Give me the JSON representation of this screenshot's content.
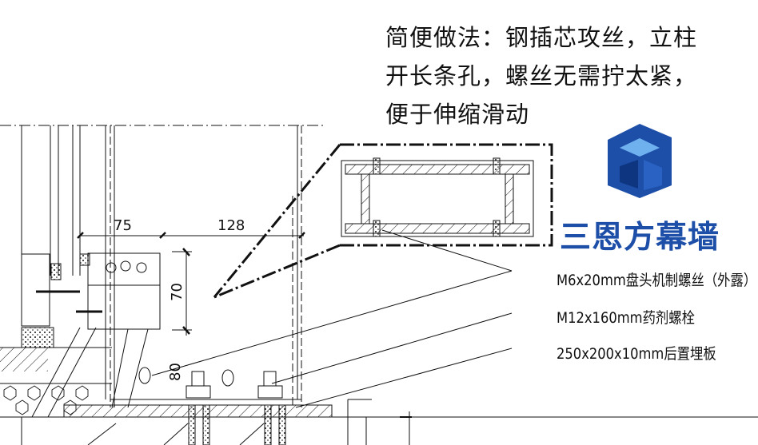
{
  "note": {
    "lines": [
      "简便做法：钢插芯攻丝，立柱",
      "开长条孔，螺丝无需拧太紧，",
      "便于伸缩滑动"
    ]
  },
  "dimensions": {
    "d75": "75",
    "d128": "128",
    "d70": "70",
    "d80": "80"
  },
  "labels": [
    "M6x20mm盘头机制螺丝（外露）",
    "M12x160mm药剂螺栓",
    "250x200x10mm后置埋板"
  ],
  "brand": {
    "name": "三恩方幕墙",
    "color": "#1d4fa8"
  }
}
